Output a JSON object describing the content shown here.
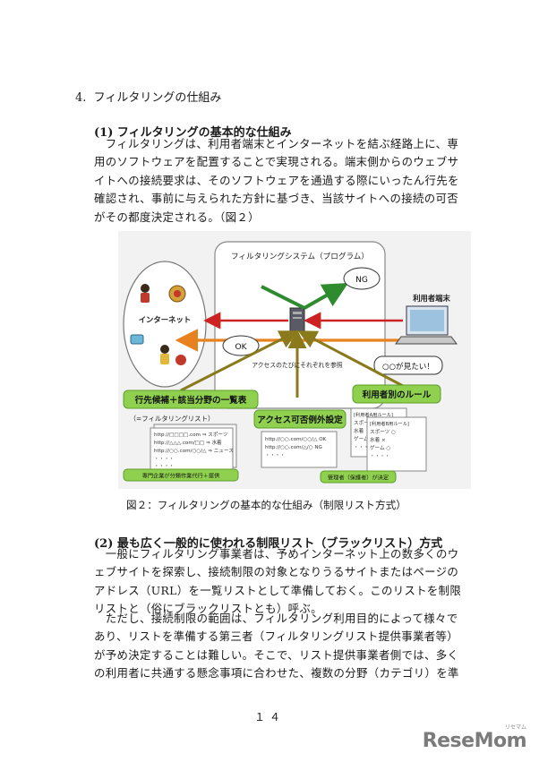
{
  "section": {
    "number": "4.",
    "title": "フィルタリングの仕組み"
  },
  "sub1": {
    "heading": "(1) フィルタリングの基本的な仕組み",
    "lines": [
      "　フィルタリングは、利用者端末とインターネットを結ぶ経路上に、専",
      "用のソフトウェアを配置することで実現される。端末側からのウェブサ",
      "イトへの接続要求は、そのソフトウェアを通過する際にいったん行先を",
      "確認され、事前に与えられた方針に基づき、当該サイトへの接続の可否",
      "がその都度決定される。（図２）"
    ]
  },
  "figure": {
    "system_title": "フィルタリングシステム（プログラム）",
    "internet": "インターネット",
    "user_terminal": "利用者端末",
    "ng": "NG",
    "ok": "OK",
    "access_ref": "アクセスのたびにそれぞれを参照",
    "want_to_see": "○○が見たい！",
    "list_label": "行先候補＋該当分野の一覧表",
    "list_sub": "（=フィルタリングリスト）",
    "exception_label": "アクセス可否例外設定",
    "rules_label": "利用者別のルール",
    "list_rows": [
      "http://□□□□.com ⇒ スポーツ",
      "http://△△△.com/□□ ⇒ 水着",
      "http://○○.com/○○/△ ⇒ ニュース"
    ],
    "exception_rows": [
      "http://○○.com/○○/△ OK",
      "http://○○.com/△/○ NG"
    ],
    "rules_title_a": "[利用者A用ルール]",
    "rules_title_b": "[利用者B用ルール]",
    "rules_a_rows": [
      "スポーツ",
      "水着",
      "ゲーム ○"
    ],
    "rules_b_rows": [
      "スポーツ ○",
      "水着 ×",
      "ゲーム ○"
    ],
    "dots": "・・・・",
    "vendor_label": "専門企業が分類作業代行＋提供",
    "guardian_label": "管理者（保護者）が決定"
  },
  "caption": "図２：フィルタリングの基本的な仕組み（制限リスト方式）",
  "sub2": {
    "heading": "(2) 最も広く一般的に使われる制限リスト（ブラックリスト）方式",
    "lines_a": [
      "　一般にフィルタリング事業者は、予めインターネット上の数多くのウ",
      "ェブサイトを探索し、接続制限の対象となりうるサイトまたはページの",
      "アドレス（URL）を一覧リストとして準備しておく。このリストを制限",
      "リストと（俗にブラックリストとも）呼ぶ。"
    ],
    "lines_b": [
      "　ただし、接続制限の範囲は、フィルタリング利用目的によって様々で",
      "あり、リストを準備する第三者（フィルタリングリスト提供事業者等）",
      "が予め決定することは難しい。そこで、リスト提供事業者側では、多く",
      "の利用者に共通する懸念事項に合わせた、複数の分野（カテゴリ）を準"
    ]
  },
  "page_number": "１４",
  "logo": {
    "text": "ReseMom",
    "kana": "リセマム"
  }
}
